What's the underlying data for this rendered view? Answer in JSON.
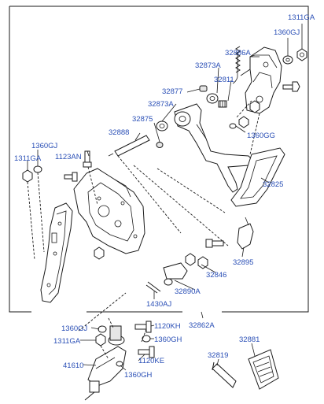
{
  "labels": {
    "p1311ga_tr": "1311GA",
    "p1360gj_tr": "1360GJ",
    "p32886a": "32886A",
    "p32873a_top": "32873A",
    "p32811": "32811",
    "p32877": "32877",
    "p32873a_mid": "32873A",
    "p32875": "32875",
    "p1360gg": "1360GG",
    "p32888": "32888",
    "p1360gj_l": "1360GJ",
    "p1311ga_l": "1311GA",
    "p1123an": "1123AN",
    "p32825": "32825",
    "p32895": "32895",
    "p32846": "32846",
    "p32890a": "32890A",
    "p1430aj": "1430AJ",
    "p32862a": "32862A",
    "p1360gj_b": "1360GJ",
    "p1120kh": "1120KH",
    "p1311ga_b": "1311GA",
    "p1360gh_r": "1360GH",
    "p1120ke": "1120KE",
    "p41610": "41610",
    "p1360gh_b": "1360GH",
    "p32881": "32881",
    "p32819": "32819"
  }
}
